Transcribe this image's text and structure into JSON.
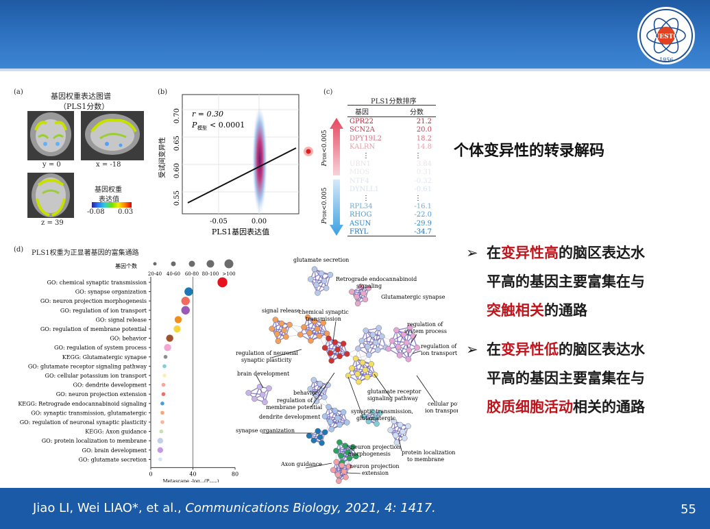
{
  "footer": {
    "authors": "Jiao LI, Wei LIAO*, et al., ",
    "journal": "Communications Biology, 2021, 4: 1417.",
    "page": "55"
  },
  "logo": {
    "year": "1956",
    "text": "UESTC"
  },
  "slide_title": "个体变异性的转录解码",
  "bullets": [
    {
      "pre": "在",
      "hl": "变异性高",
      "post": "的脑区表达水",
      "l2": "平高的基因主要富集在与",
      "l3hl": "突触相关",
      "l3": "的通路"
    },
    {
      "pre": "在",
      "hl": "变异性低",
      "post": "的脑区表达水",
      "l2": "平高的基因主要富集在与",
      "l3hl": "胶质细胞活动",
      "l3": "相关的通路"
    }
  ],
  "panel_a": {
    "tag": "(a)",
    "title1": "基因权重表达图谱",
    "title2": "（PLS1分数）",
    "coord1": "y = 0",
    "coord2": "x = -18",
    "coord3": "z = 39",
    "cbar_title1": "基因权重",
    "cbar_title2": "表达值",
    "cbar_min": "-0.08",
    "cbar_max": "0.03"
  },
  "panel_b": {
    "tag": "(b)",
    "r_text": "r = 0.30",
    "p_text": "P",
    "p_sub": "模型",
    "p_val": " < 0.0001",
    "xlabel": "PLS1基因表达值",
    "ylabel": "受试间变异性",
    "yticks": [
      "0.70",
      "0.65",
      "0.60",
      "0.55"
    ],
    "xticks": [
      "-0.05",
      "0.00"
    ]
  },
  "panel_c": {
    "tag": "(c)",
    "title": "PLS1分数排序",
    "col1": "基因",
    "col2": "分数",
    "top": [
      [
        "GPR22",
        "21.2"
      ],
      [
        "SCN2A",
        "20.0"
      ],
      [
        "DPY19L2",
        "18.2"
      ],
      [
        "KALRN",
        "14.8"
      ]
    ],
    "mid_top": [
      [
        "UBN1",
        "3.84"
      ],
      [
        "MIOS",
        "0.31"
      ],
      [
        "NTF4",
        "-0.32"
      ],
      [
        "DYNLL1",
        "-0.61"
      ]
    ],
    "bottom": [
      [
        "RPL34",
        "-16.1"
      ],
      [
        "RHOG",
        "-22.0"
      ],
      [
        "ASUN",
        "-29.9"
      ],
      [
        "FRYL",
        "-34.7"
      ]
    ],
    "dots": "⋮",
    "up_label": "P",
    "up_sub": "FDR",
    "up_val": "<0.005",
    "down_label": "P",
    "down_sub": "FDR",
    "down_val": "<0.005"
  },
  "panel_d": {
    "tag": "(d)",
    "title": "PLS1权重为正显著基因的富集通路",
    "size_label": "基因个数",
    "size_bins": [
      "20-40",
      "40-60",
      "60-80",
      "80-100",
      ">100"
    ],
    "xlabel": "Metascape -log",
    "xlabel_sub": "10",
    "xlabel_end": "(P",
    "xlabel_sub2": "FDR",
    "xlabel_close": ")",
    "xticks": [
      "0",
      "40",
      "80"
    ],
    "terms": [
      {
        "name": "GO: chemical synaptic transmission",
        "value": 68,
        "color": "#e5131d",
        "size": 5
      },
      {
        "name": "GO: synapse organization",
        "value": 36,
        "color": "#1f78b4",
        "size": 4
      },
      {
        "name": "GO: neuron projection morphogenesis",
        "value": 33,
        "color": "#f06c5e",
        "size": 4
      },
      {
        "name": "GO: regulation of ion transport",
        "value": 33,
        "color": "#9b59b6",
        "size": 4
      },
      {
        "name": "GO: signal release",
        "value": 26,
        "color": "#f28e1c",
        "size": 3
      },
      {
        "name": "GO: regulation of membrane potential",
        "value": 25,
        "color": "#f6d53c",
        "size": 3
      },
      {
        "name": "GO: behavior",
        "value": 18,
        "color": "#a0522d",
        "size": 3
      },
      {
        "name": "GO: regulation of system process",
        "value": 16,
        "color": "#f3a6d6",
        "size": 3
      },
      {
        "name": "KEGG: Glutamatergic synapse",
        "value": 14,
        "color": "#8c8c8c",
        "size": 1
      },
      {
        "name": "GO: glutamate receptor signaling pathway",
        "value": 13,
        "color": "#80cdd4",
        "size": 1
      },
      {
        "name": "GO: cellular potassium ion transport",
        "value": 13,
        "color": "#f7f0b0",
        "size": 1
      },
      {
        "name": "GO: dendrite development",
        "value": 12,
        "color": "#f4a6a0",
        "size": 1
      },
      {
        "name": "GO: neuron projection extension",
        "value": 12,
        "color": "#ee6e6a",
        "size": 1
      },
      {
        "name": "KEGG: Retrograde endocannabinoid signaling",
        "value": 11,
        "color": "#4a9fd8",
        "size": 1
      },
      {
        "name": "GO: synaptic transmission, glutamatergic",
        "value": 11,
        "color": "#f4a77c",
        "size": 1
      },
      {
        "name": "GO: regulation of neuronal synaptic plasticity",
        "value": 11,
        "color": "#f3b8a0",
        "size": 1
      },
      {
        "name": "KEGG: Axon guidance",
        "value": 10,
        "color": "#bfe4a8",
        "size": 1
      },
      {
        "name": "GO: protein localization to membrane",
        "value": 9,
        "color": "#c3cfe8",
        "size": 2
      },
      {
        "name": "GO: brain development",
        "value": 9,
        "color": "#c29be0",
        "size": 2
      },
      {
        "name": "GO: glutamate secretion",
        "value": 9,
        "color": "#cfe6f4",
        "size": 1
      }
    ],
    "network_labels": [
      "glutamate secretion",
      "Retrograde endocannabinoid",
      "signaling",
      "Glutamatergic synapse",
      "signal release",
      "chemical synaptic",
      "transmission",
      "regulation of",
      "system process",
      "regulation of",
      "ion transport",
      "regulation of neuronal",
      "synaptic plasticity",
      "brain development",
      "behavior",
      "glutamate receptor",
      "signaling pathway",
      "cellular potassium",
      "ion transport",
      "regulation of",
      "membrane potential",
      "dendrite development",
      "synaptic transmission,",
      "glutamatergic",
      "synapse organization",
      "neuron projection",
      "morphogenesis",
      "protein localization",
      "to membrane",
      "Axon guidance",
      "neuron projection",
      "extension"
    ]
  }
}
